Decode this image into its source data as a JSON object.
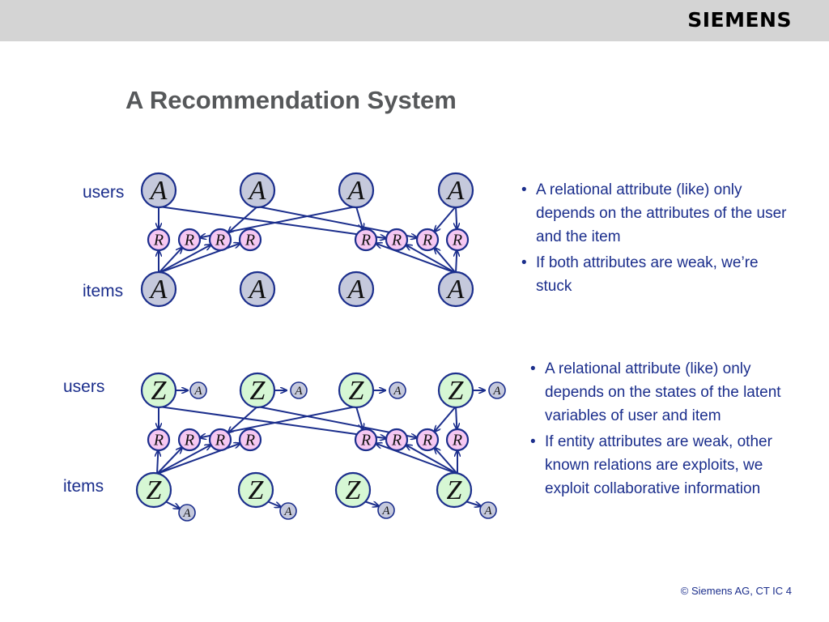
{
  "header": {
    "brand": "SIEMENS"
  },
  "title": "A Recommendation System",
  "diagram1": {
    "users_label": "users",
    "items_label": "items",
    "node_letter": "A",
    "relation_letter": "R"
  },
  "diagram2": {
    "users_label": "users",
    "items_label": "items",
    "latent_letter": "Z",
    "attr_letter": "A",
    "relation_letter": "R"
  },
  "bullets1": [
    "A relational attribute (like) only depends on the attributes of the user and the item",
    "If both attributes are weak, we’re stuck"
  ],
  "bullets2": [
    "A relational attribute (like) only depends on the states of the latent variables of  user and item",
    "If entity attributes are weak, other known relations are exploits, we exploit collaborative information"
  ],
  "footer": "© Siemens AG, CT IC 4",
  "colors": {
    "edge": "#1b2e8c",
    "node_a_fill": "#c5c9dc",
    "node_r_fill": "#f6c8f2",
    "node_z_fill": "#d6f7d4",
    "text": "#1b2e8c"
  }
}
